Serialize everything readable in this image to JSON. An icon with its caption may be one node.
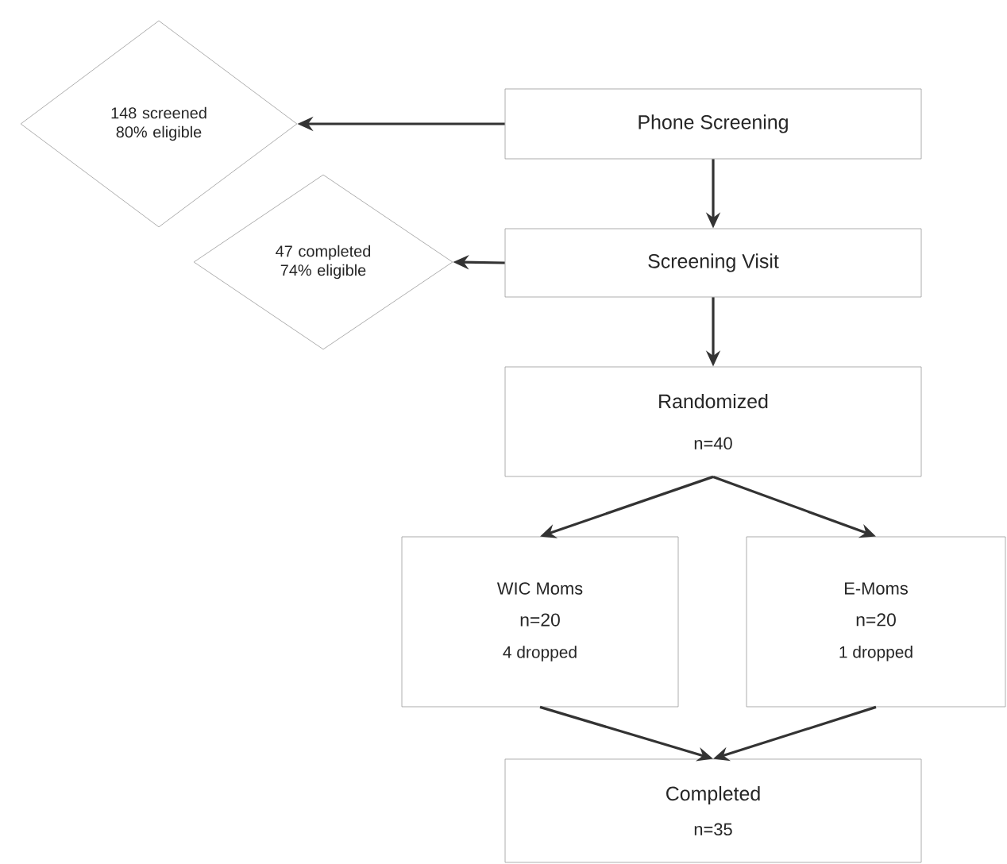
{
  "diagram": {
    "nodes": [
      {
        "text": [
          "Phone Screening"
        ]
      },
      {
        "text": [
          "148 screened 80% eligible"
        ]
      },
      {
        "text": [
          "Screening Visit"
        ]
      },
      {
        "text": [
          "47 completed 74% eligible"
        ]
      },
      {
        "text": [
          "Randomized",
          "n=40"
        ]
      },
      {
        "text": [
          "WIC Moms",
          "n=20",
          "4 dropped"
        ]
      },
      {
        "text": [
          "E-Moms",
          "n=20",
          "1 dropped"
        ]
      },
      {
        "text": [
          "Completed",
          "n=35"
        ]
      }
    ],
    "edges": [
      {
        "from": 0,
        "to": 1,
        "arrow": "to"
      },
      {
        "from": 0,
        "to": 2,
        "arrow": "to"
      },
      {
        "from": 2,
        "to": 3,
        "arrow": "to"
      },
      {
        "from": 2,
        "to": 4,
        "arrow": "to"
      },
      {
        "from": 4,
        "to": 5,
        "arrow": "to"
      },
      {
        "from": 4,
        "to": 6,
        "arrow": "to"
      },
      {
        "from": 5,
        "to": 7,
        "arrow": "to"
      },
      {
        "from": 6,
        "to": 7,
        "arrow": "to"
      }
    ]
  }
}
